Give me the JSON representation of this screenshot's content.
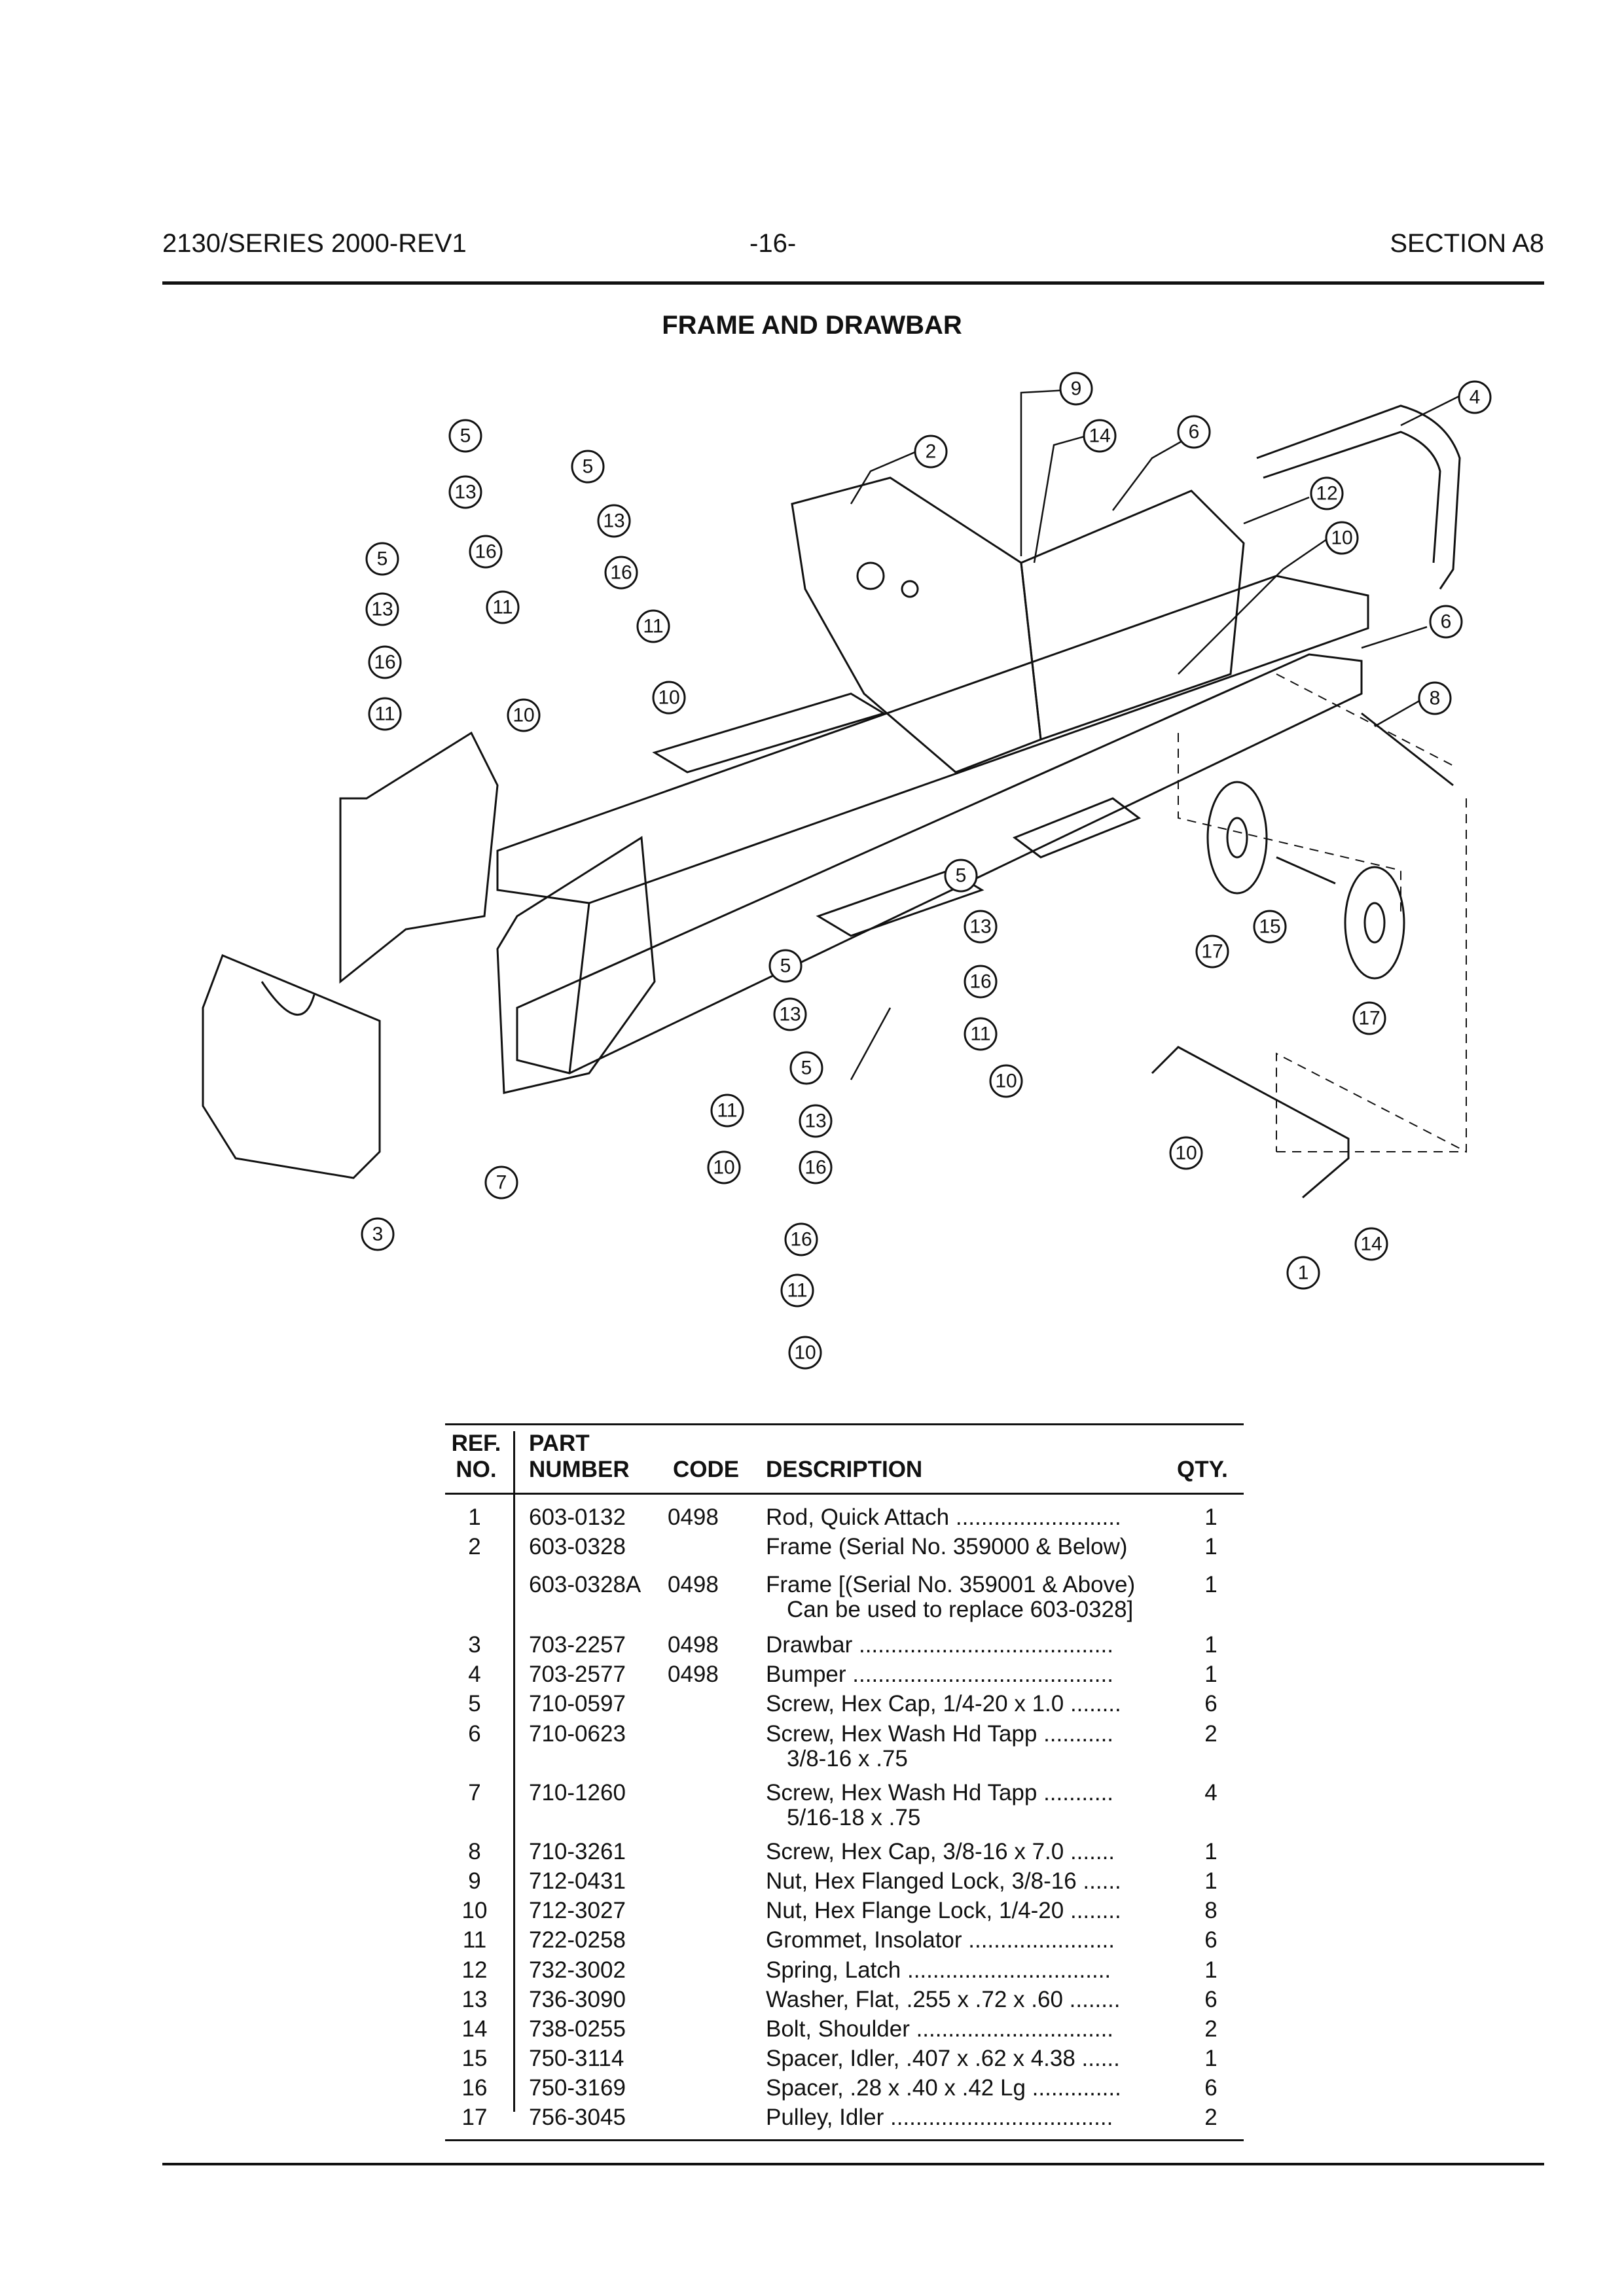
{
  "header": {
    "left": "2130/SERIES 2000-REV1",
    "center": "-16-",
    "right": "SECTION A8"
  },
  "title": "FRAME AND DRAWBAR",
  "callouts": [
    "1",
    "2",
    "3",
    "4",
    "5",
    "6",
    "7",
    "8",
    "9",
    "10",
    "11",
    "12",
    "13",
    "14",
    "15",
    "16",
    "17"
  ],
  "table": {
    "headers": {
      "ref_1": "REF.",
      "ref_2": "NO.",
      "part_1": "PART",
      "part_2": "NUMBER",
      "code": "CODE",
      "description": "DESCRIPTION",
      "qty": "QTY."
    },
    "rows": [
      {
        "ref": "1",
        "part": "603-0132",
        "code": "0498",
        "desc": "Rod, Quick Attach ..........................",
        "desc2": "",
        "qty": "1"
      },
      {
        "ref": "2",
        "part": "603-0328",
        "code": "",
        "desc": "Frame (Serial No. 359000 & Below)",
        "desc2": "",
        "qty": "1"
      },
      {
        "ref": "",
        "part": "603-0328A",
        "code": "0498",
        "desc": "Frame [(Serial No. 359001 & Above)",
        "desc2": "Can be used to replace 603-0328]",
        "qty": "1"
      },
      {
        "ref": "3",
        "part": "703-2257",
        "code": "0498",
        "desc": "Drawbar ........................................",
        "desc2": "",
        "qty": "1"
      },
      {
        "ref": "4",
        "part": "703-2577",
        "code": "0498",
        "desc": "Bumper .........................................",
        "desc2": "",
        "qty": "1"
      },
      {
        "ref": "5",
        "part": "710-0597",
        "code": "",
        "desc": "Screw, Hex Cap, 1/4-20 x 1.0 ........",
        "desc2": "",
        "qty": "6"
      },
      {
        "ref": "6",
        "part": "710-0623",
        "code": "",
        "desc": "Screw, Hex Wash Hd Tapp ...........",
        "desc2": "3/8-16 x .75",
        "qty": "2"
      },
      {
        "ref": "7",
        "part": "710-1260",
        "code": "",
        "desc": "Screw, Hex Wash Hd Tapp ...........",
        "desc2": "5/16-18 x .75",
        "qty": "4"
      },
      {
        "ref": "8",
        "part": "710-3261",
        "code": "",
        "desc": "Screw, Hex Cap, 3/8-16 x 7.0 .......",
        "desc2": "",
        "qty": "1"
      },
      {
        "ref": "9",
        "part": "712-0431",
        "code": "",
        "desc": "Nut, Hex Flanged Lock, 3/8-16 ......",
        "desc2": "",
        "qty": "1"
      },
      {
        "ref": "10",
        "part": "712-3027",
        "code": "",
        "desc": "Nut, Hex Flange Lock, 1/4-20 ........",
        "desc2": "",
        "qty": "8"
      },
      {
        "ref": "11",
        "part": "722-0258",
        "code": "",
        "desc": "Grommet, Insolator .......................",
        "desc2": "",
        "qty": "6"
      },
      {
        "ref": "12",
        "part": "732-3002",
        "code": "",
        "desc": "Spring, Latch ................................",
        "desc2": "",
        "qty": "1"
      },
      {
        "ref": "13",
        "part": "736-3090",
        "code": "",
        "desc": "Washer, Flat, .255 x .72 x .60 ........",
        "desc2": "",
        "qty": "6"
      },
      {
        "ref": "14",
        "part": "738-0255",
        "code": "",
        "desc": "Bolt, Shoulder ...............................",
        "desc2": "",
        "qty": "2"
      },
      {
        "ref": "15",
        "part": "750-3114",
        "code": "",
        "desc": "Spacer, Idler, .407 x .62 x 4.38 ......",
        "desc2": "",
        "qty": "1"
      },
      {
        "ref": "16",
        "part": "750-3169",
        "code": "",
        "desc": "Spacer, .28 x .40 x .42 Lg ..............",
        "desc2": "",
        "qty": "6"
      },
      {
        "ref": "17",
        "part": "756-3045",
        "code": "",
        "desc": "Pulley, Idler ...................................",
        "desc2": "",
        "qty": "2"
      }
    ]
  }
}
